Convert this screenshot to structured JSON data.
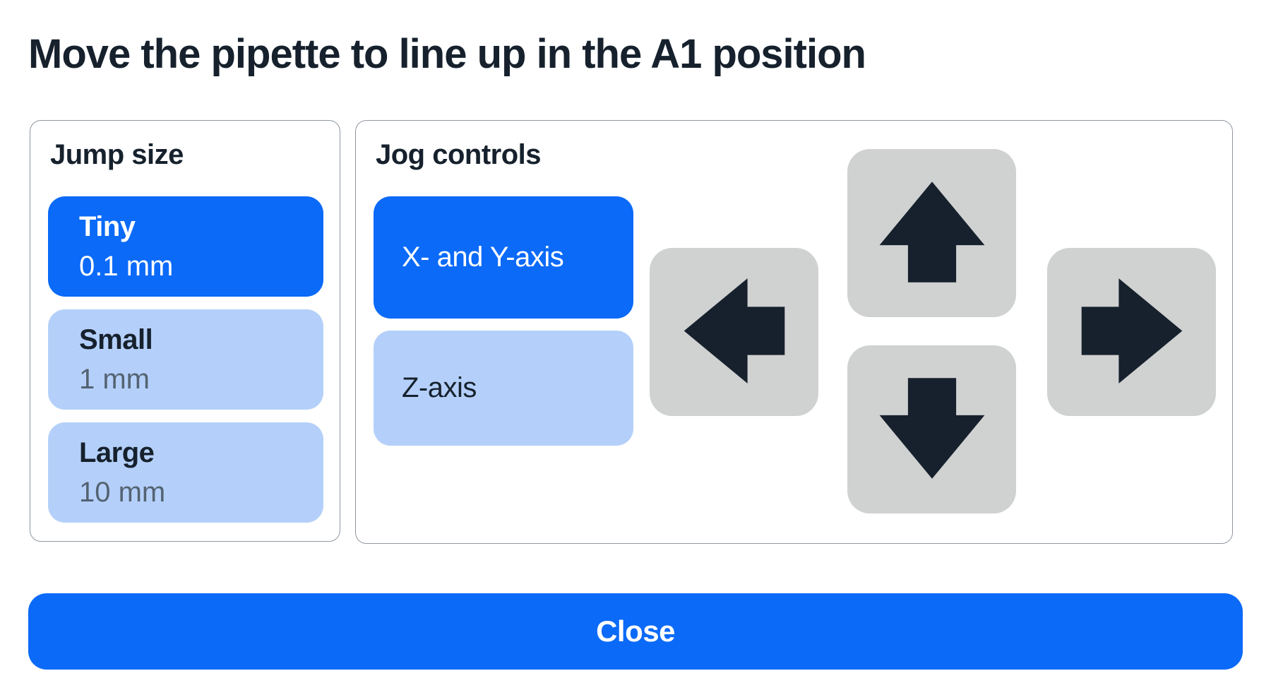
{
  "title": "Move the pipette to line up in the A1 position",
  "colors": {
    "accent_blue": "#0b6af8",
    "light_blue": "#b4d0fa",
    "dark_text": "#16212d",
    "secondary_text": "#546372",
    "arrow_button_gray": "#d0d1d1",
    "card_border": "#8f979f",
    "selected_text": "#ffffff"
  },
  "jump_size": {
    "heading": "Jump size",
    "options": [
      {
        "label": "Tiny",
        "value": "0.1 mm",
        "selected": true
      },
      {
        "label": "Small",
        "value": "1 mm",
        "selected": false
      },
      {
        "label": "Large",
        "value": "10 mm",
        "selected": false
      }
    ]
  },
  "jog_controls": {
    "heading": "Jog controls",
    "axis_options": [
      {
        "label": "X- and Y-axis",
        "selected": true
      },
      {
        "label": "Z-axis",
        "selected": false
      }
    ],
    "arrow_buttons": [
      {
        "direction": "up",
        "icon": "arrow-up-icon"
      },
      {
        "direction": "left",
        "icon": "arrow-left-icon"
      },
      {
        "direction": "down",
        "icon": "arrow-down-icon"
      },
      {
        "direction": "right",
        "icon": "arrow-right-icon"
      }
    ]
  },
  "footer": {
    "close_label": "Close"
  }
}
